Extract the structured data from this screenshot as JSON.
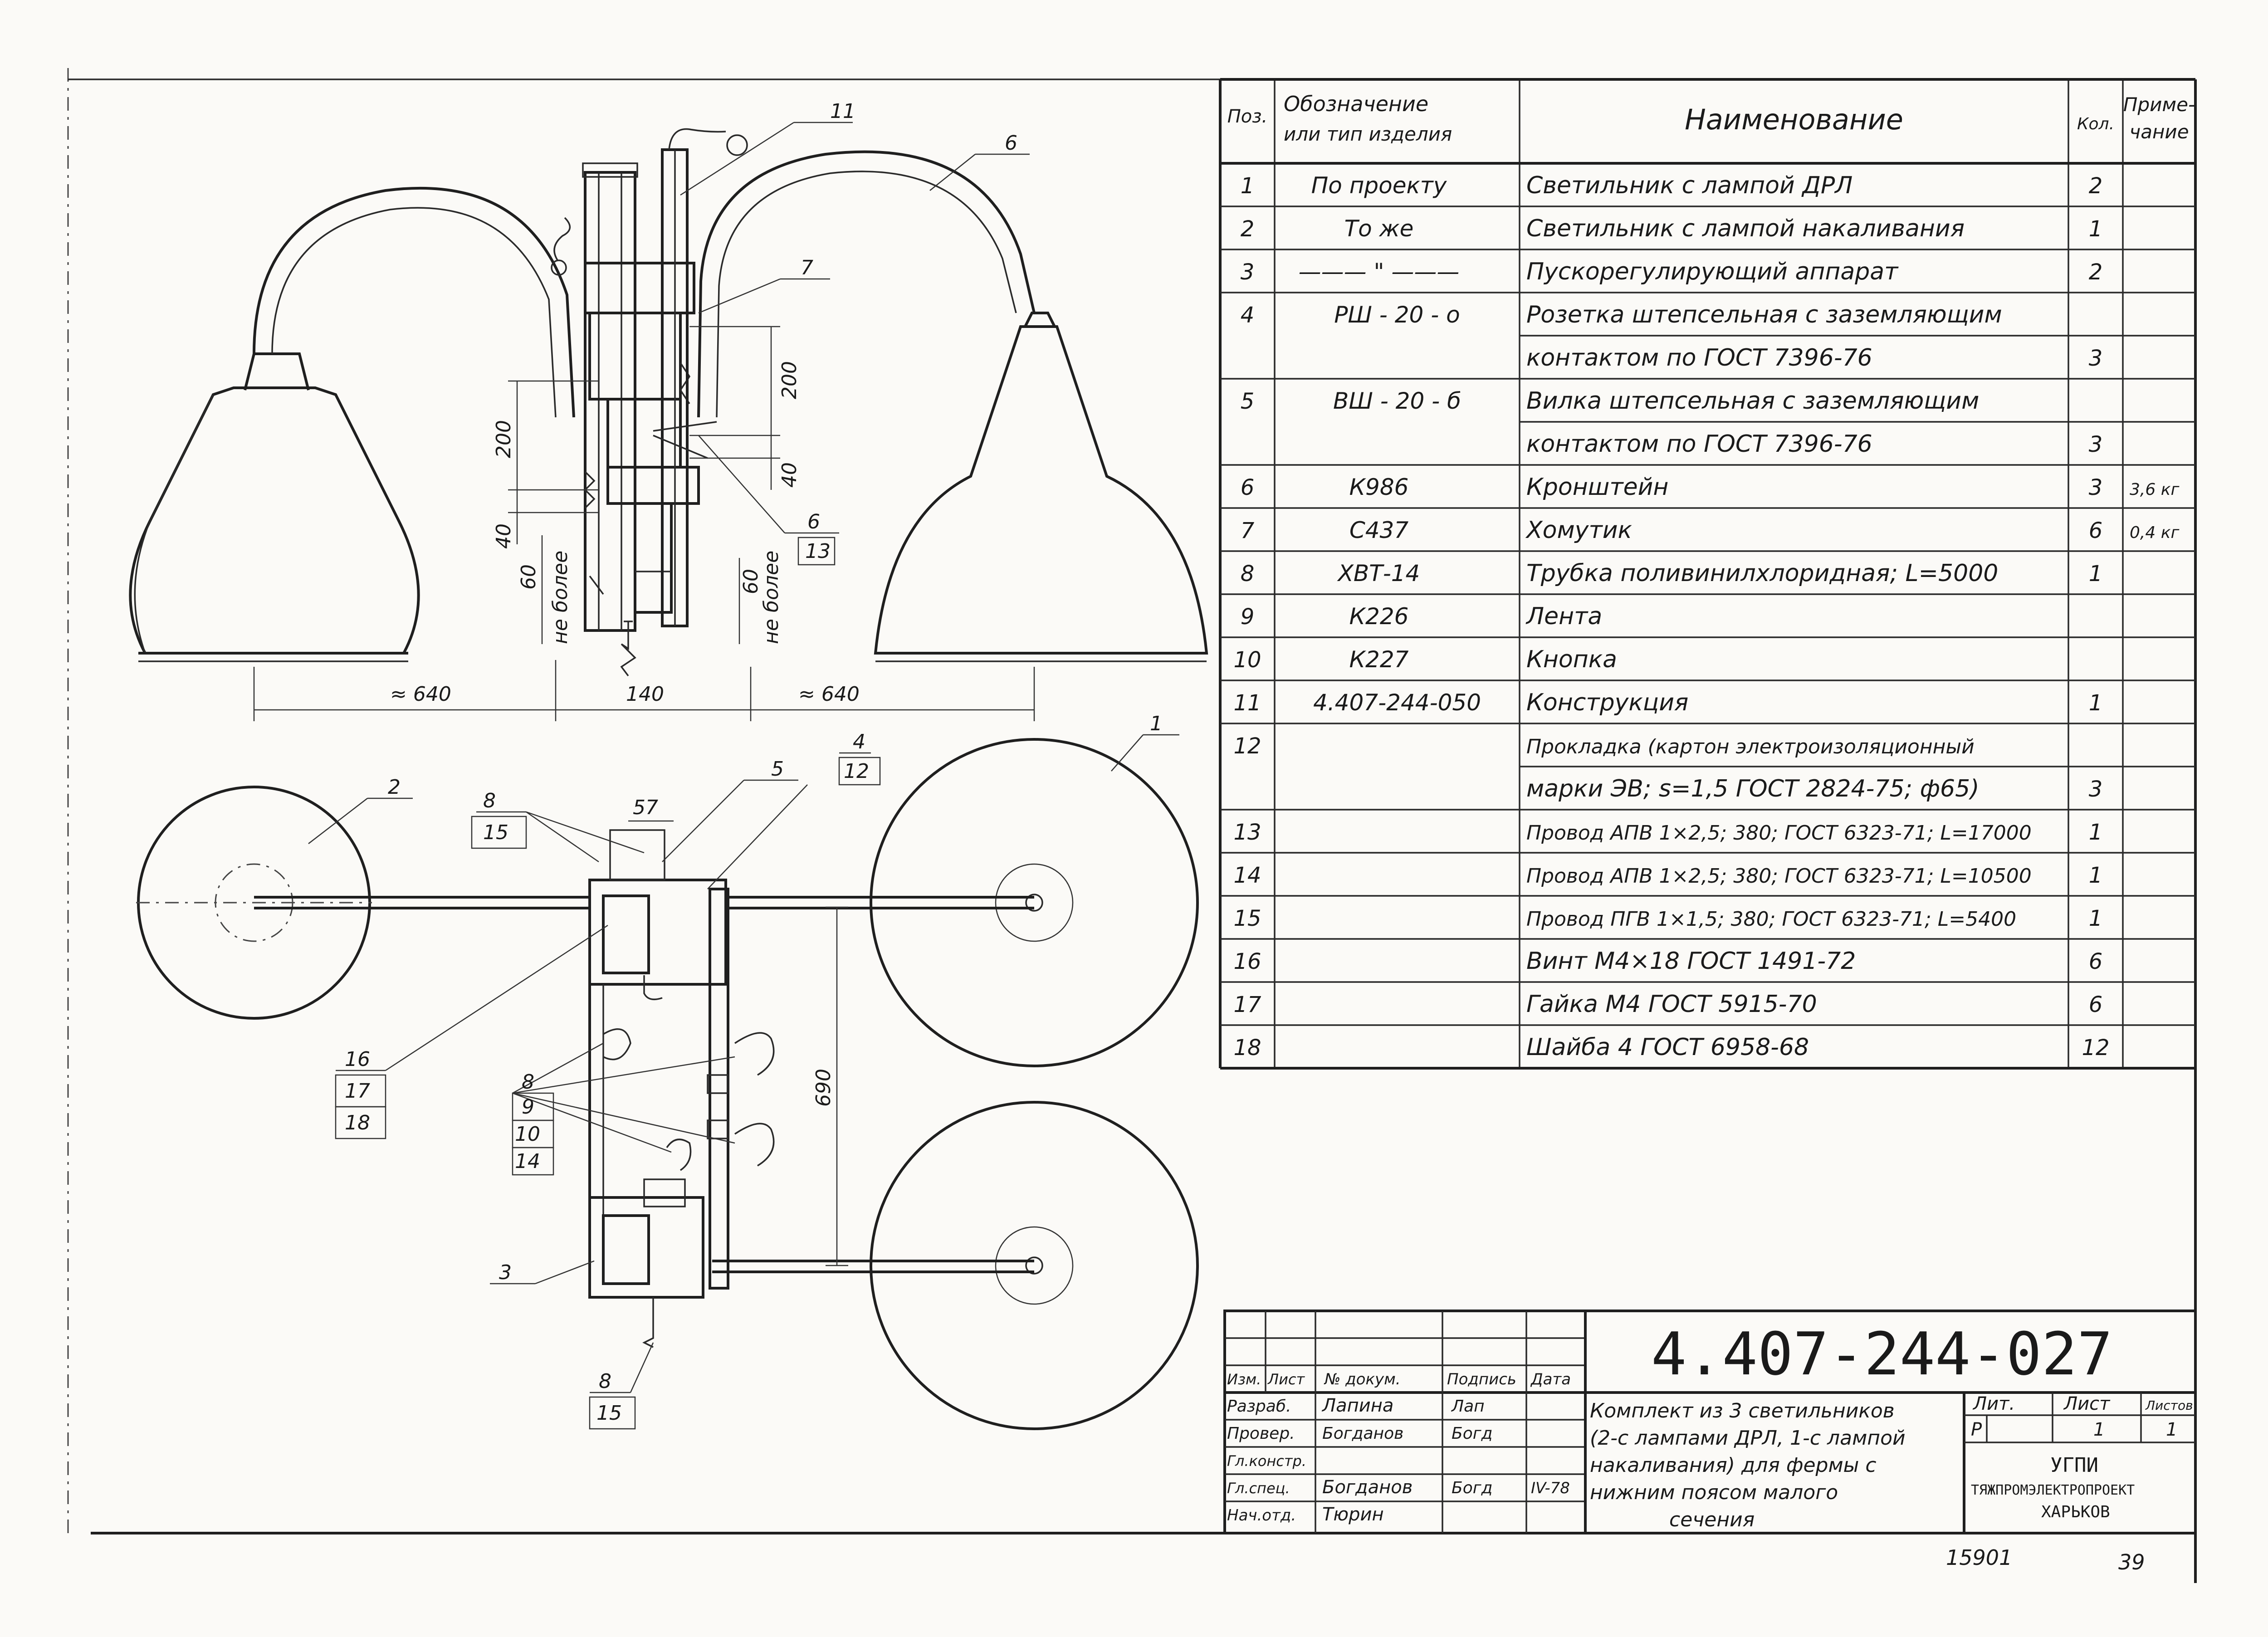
{
  "spec_table": {
    "headers": {
      "pos": "Поз.",
      "designation_1": "Обозначение",
      "designation_2": "или тип изделия",
      "name": "Наименование",
      "qty": "Кол.",
      "note_1": "Приме-",
      "note_2": "чание"
    },
    "rows": [
      {
        "pos": "1",
        "code": "По проекту",
        "name": "Светильник с лампой ДРЛ",
        "qty": "2",
        "note": ""
      },
      {
        "pos": "2",
        "code": "То же",
        "name": "Светильник с лампой накаливания",
        "qty": "1",
        "note": ""
      },
      {
        "pos": "3",
        "code": "——— \" ———",
        "name": "Пускорегулирующий аппарат",
        "qty": "2",
        "note": ""
      },
      {
        "pos": "4",
        "code": "РШ - 20 - о",
        "name": "Розетка штепсельная с заземляющим",
        "qty": "",
        "note": ""
      },
      {
        "pos": "",
        "code": "",
        "name": "контактом по ГОСТ 7396-76",
        "qty": "3",
        "note": ""
      },
      {
        "pos": "5",
        "code": "ВШ - 20 - б",
        "name": "Вилка штепсельная с заземляющим",
        "qty": "",
        "note": ""
      },
      {
        "pos": "",
        "code": "",
        "name": "контактом по ГОСТ 7396-76",
        "qty": "3",
        "note": ""
      },
      {
        "pos": "6",
        "code": "К986",
        "name": "Кронштейн",
        "qty": "3",
        "note": "3,6 кг"
      },
      {
        "pos": "7",
        "code": "С437",
        "name": "Хомутик",
        "qty": "6",
        "note": "0,4 кг"
      },
      {
        "pos": "8",
        "code": "ХВТ-14",
        "name": "Трубка поливинилхлоридная; L=5000",
        "qty": "1",
        "note": ""
      },
      {
        "pos": "9",
        "code": "К226",
        "name": "Лента",
        "qty": "",
        "note": ""
      },
      {
        "pos": "10",
        "code": "К227",
        "name": "Кнопка",
        "qty": "",
        "note": ""
      },
      {
        "pos": "11",
        "code": "4.407-244-050",
        "name": "Конструкция",
        "qty": "1",
        "note": ""
      },
      {
        "pos": "12",
        "code": "",
        "name": "Прокладка (картон электроизоляционный",
        "qty": "",
        "note": ""
      },
      {
        "pos": "",
        "code": "",
        "name": "марки ЭВ; s=1,5 ГОСТ 2824-75; ф65)",
        "qty": "3",
        "note": ""
      },
      {
        "pos": "13",
        "code": "",
        "name": "Провод АПВ 1×2,5; 380; ГОСТ 6323-71; L=17000",
        "qty": "1",
        "note": ""
      },
      {
        "pos": "14",
        "code": "",
        "name": "Провод АПВ 1×2,5; 380; ГОСТ 6323-71; L=10500",
        "qty": "1",
        "note": ""
      },
      {
        "pos": "15",
        "code": "",
        "name": "Провод ПГВ 1×1,5; 380; ГОСТ 6323-71; L=5400",
        "qty": "1",
        "note": ""
      },
      {
        "pos": "16",
        "code": "",
        "name": "Винт М4×18 ГОСТ 1491-72",
        "qty": "6",
        "note": ""
      },
      {
        "pos": "17",
        "code": "",
        "name": "Гайка М4 ГОСТ 5915-70",
        "qty": "6",
        "note": ""
      },
      {
        "pos": "18",
        "code": "",
        "name": "Шайба 4 ГОСТ 6958-68",
        "qty": "12",
        "note": ""
      }
    ]
  },
  "drawing": {
    "dims": {
      "d640_left": "≈ 640",
      "d140": "140",
      "d640_right": "≈ 640",
      "d200_left": "200",
      "d200_right": "200",
      "d40_left": "40",
      "d40_right": "40",
      "d60_left": "60",
      "d60_right": "60",
      "not_more_left": "не более",
      "not_more_right": "не более",
      "d57": "57",
      "d690": "690"
    },
    "callouts": {
      "c11": "11",
      "c6": "6",
      "c7": "7",
      "c6b": "6",
      "c13": "13",
      "c1": "1",
      "c2": "2",
      "c8a": "8",
      "c15a": "15",
      "c5": "5",
      "c4": "4",
      "c12": "12",
      "c16": "16",
      "c17": "17",
      "c18": "18",
      "c8b": "8",
      "c9": "9",
      "c10": "10",
      "c14": "14",
      "c3": "3",
      "c8c": "8",
      "c15c": "15"
    }
  },
  "title_block": {
    "doc_number": "4.407-244-027",
    "col_headers": {
      "izm": "Изм.",
      "list": "Лист",
      "ndoc": "№ докум.",
      "sign": "Подпись",
      "date": "Дата"
    },
    "roles": [
      {
        "role": "Разраб.",
        "name": "Лапина",
        "sign": "Лап",
        "date": ""
      },
      {
        "role": "Провер.",
        "name": "Богданов",
        "sign": "Богд",
        "date": ""
      },
      {
        "role": "Гл.констр.",
        "name": "",
        "sign": "",
        "date": ""
      },
      {
        "role": "Гл.спец.",
        "name": "Богданов",
        "sign": "Богд",
        "date": "IV-78"
      },
      {
        "role": "Нач.отд.",
        "name": "Тюрин",
        "sign": "",
        "date": ""
      }
    ],
    "description": [
      "Комплект из 3 светильников",
      "(2-с лампами ДРЛ, 1-с лампой",
      "накаливания) для фермы с",
      "нижним поясом малого",
      "сечения"
    ],
    "lit_label": "Лит.",
    "list_label": "Лист",
    "lists_label": "Листов",
    "lit_value": "Р",
    "list_value": "1",
    "lists_value": "1",
    "org": [
      "УГПИ",
      "ТЯЖПРОМЭЛЕКТРОПРОЕКТ",
      "ХАРЬКОВ"
    ]
  },
  "footer": {
    "left_number": "15901",
    "right_number": "39"
  }
}
